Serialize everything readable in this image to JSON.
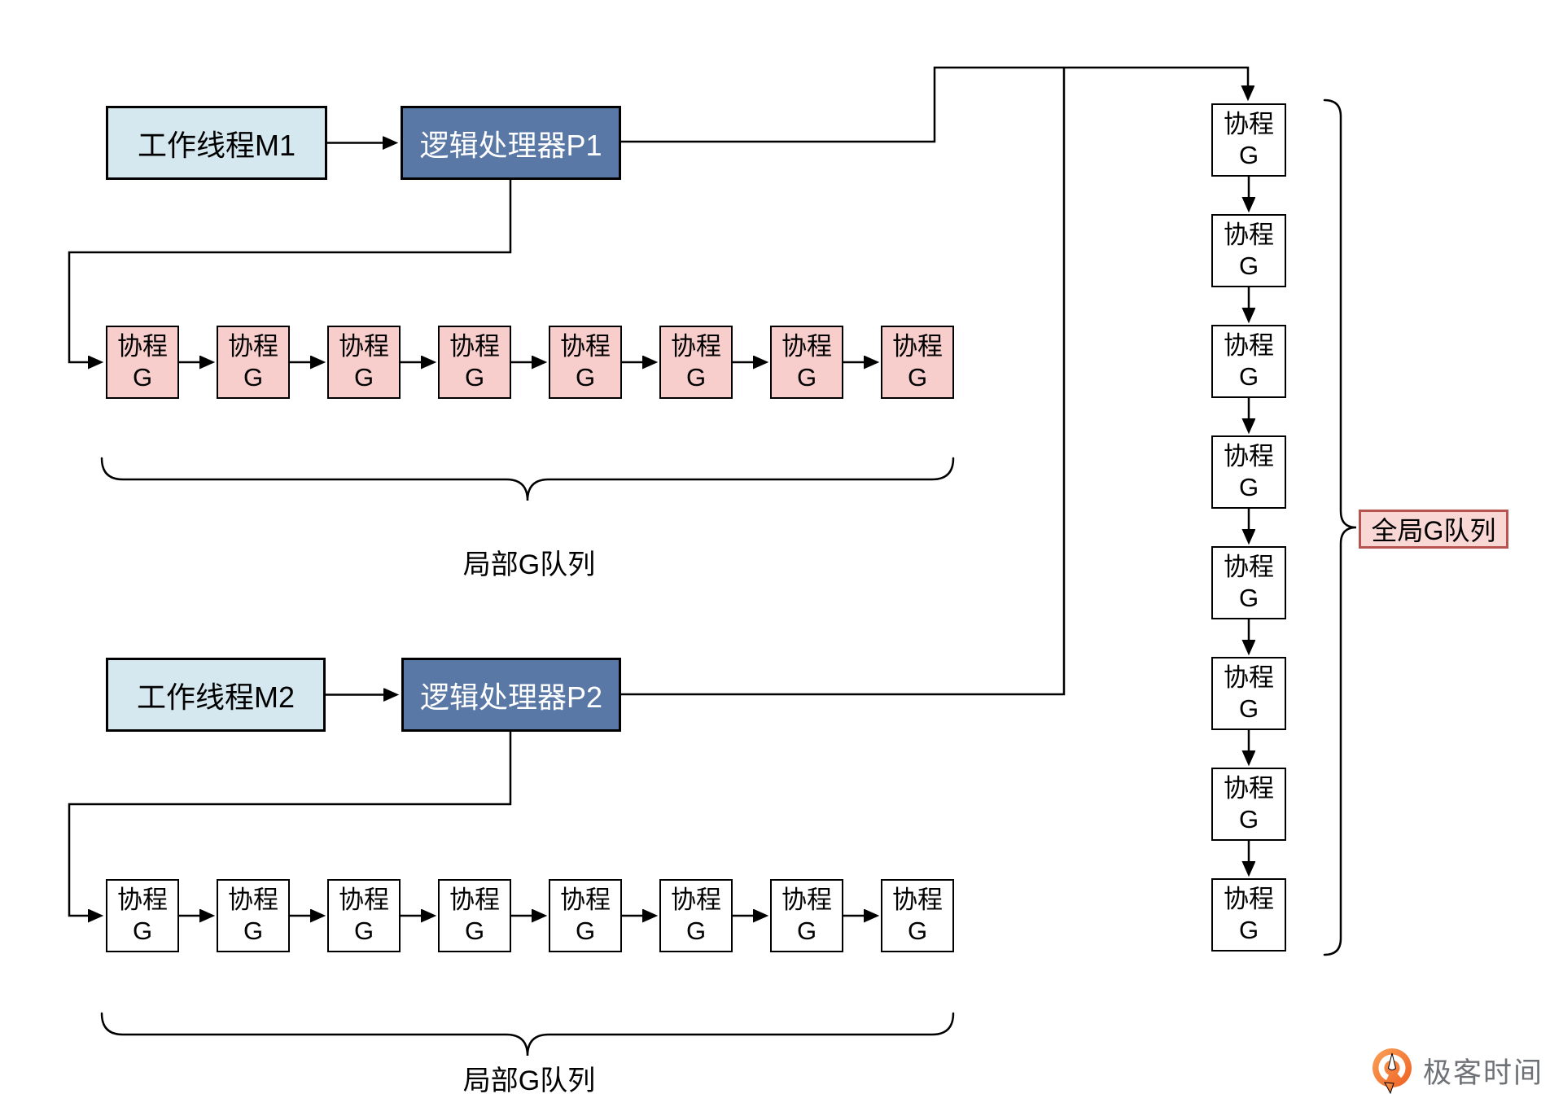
{
  "diagram": {
    "worker_m1": "工作线程M1",
    "processor_p1": "逻辑处理器P1",
    "worker_m2": "工作线程M2",
    "processor_p2": "逻辑处理器P2",
    "goroutine": {
      "line1": "协程",
      "line2": "G"
    },
    "local_queue_1_count": 8,
    "local_queue_2_count": 8,
    "global_queue_count": 8,
    "local_queue_label": "局部G队列",
    "global_queue_label": "全局G队列"
  },
  "logo": {
    "text": "极客时间"
  },
  "colors": {
    "worker_fill": "#d5e8f0",
    "processor_fill": "#5a78a6",
    "processor_text": "#ffffff",
    "goroutine_pink_fill": "#f8cecc",
    "goroutine_white_fill": "#ffffff",
    "box_border": "#000000",
    "queue_label_fill": "#f8d7d5",
    "queue_label_border": "#b85450",
    "line_color": "#000000",
    "logo_orange": "#ee5f22",
    "logo_orange_light": "#fba258",
    "logo_text_color": "#6e7277"
  }
}
